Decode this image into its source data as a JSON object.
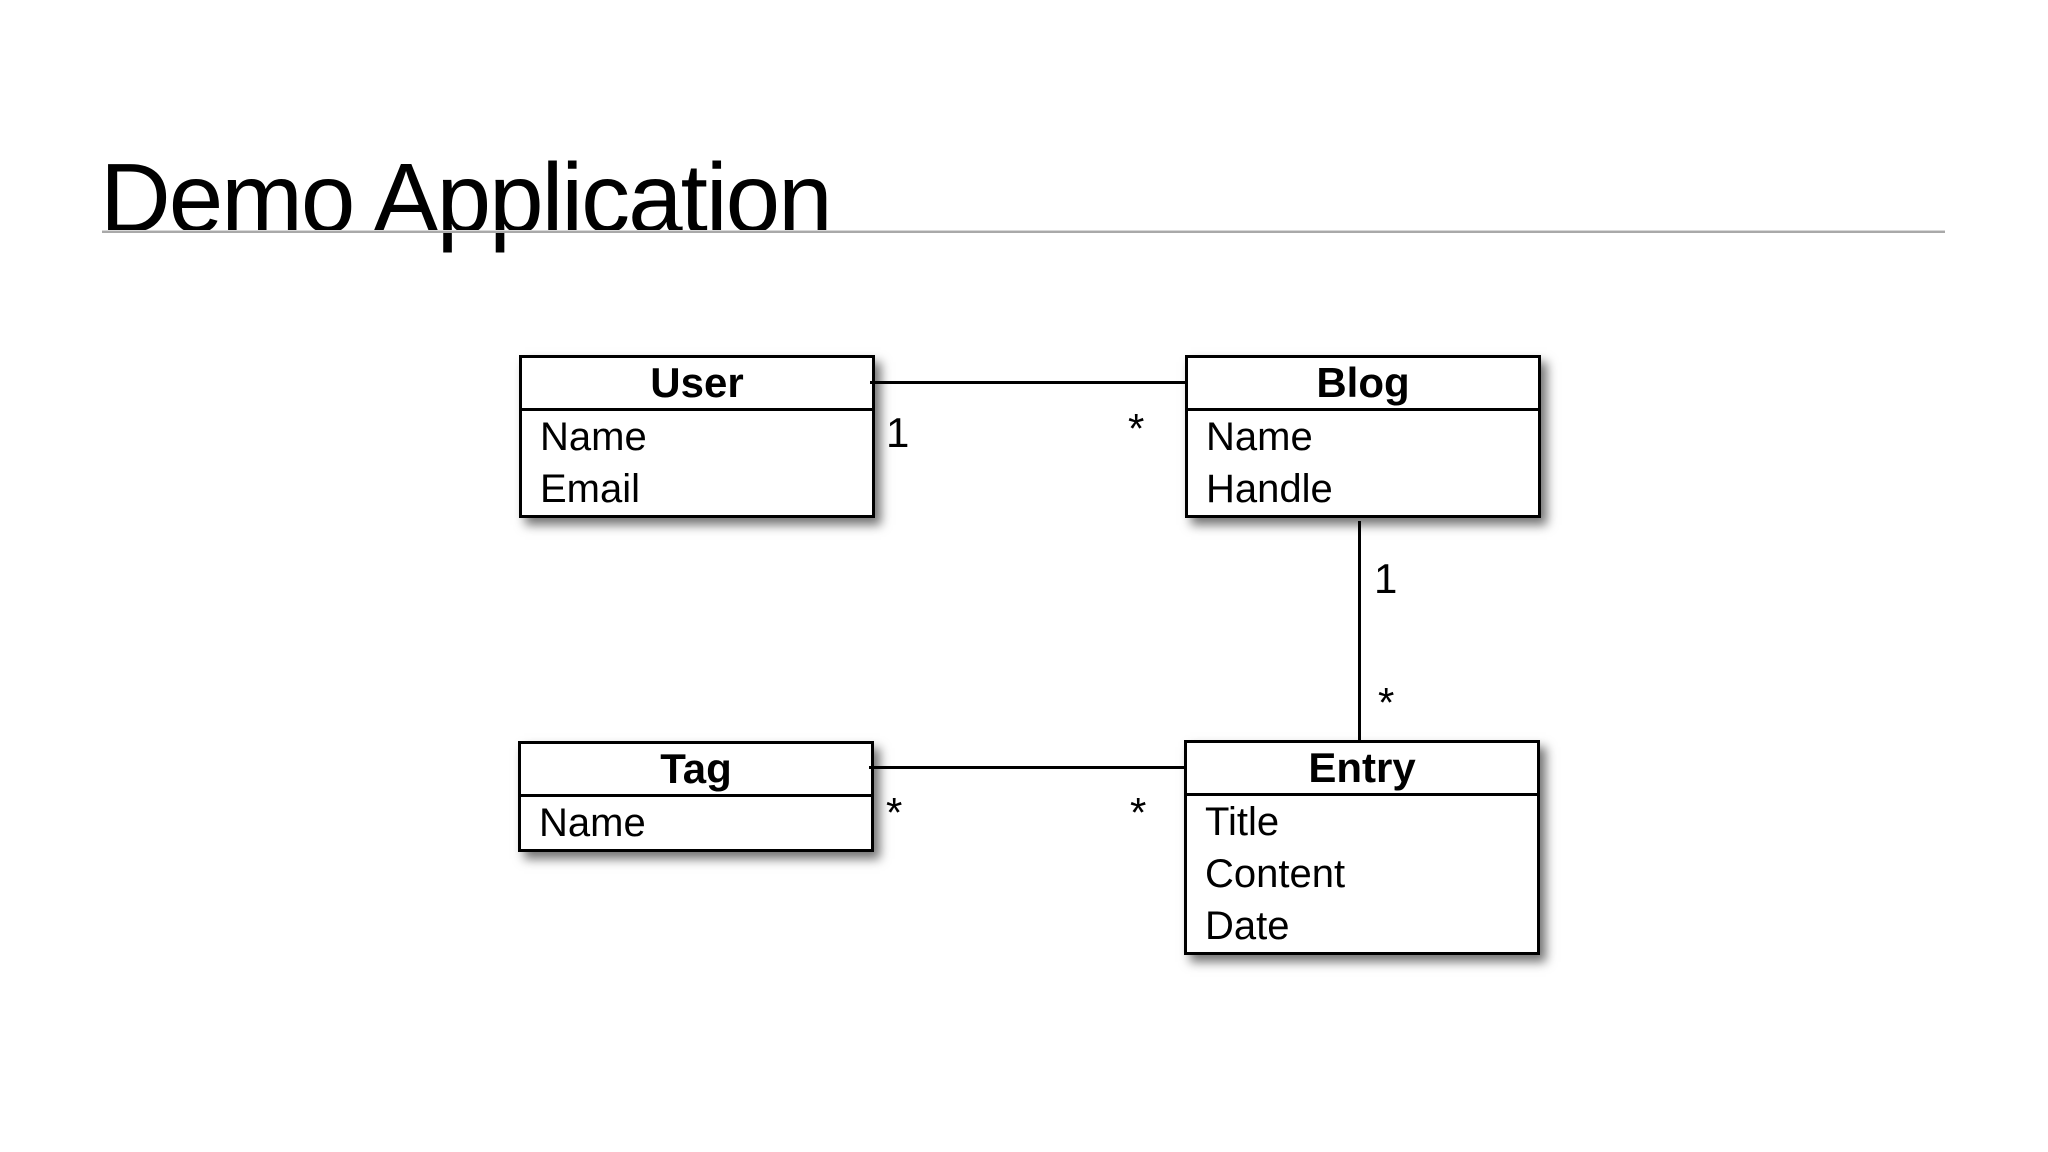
{
  "page": {
    "title": "Demo Application"
  },
  "diagram": {
    "entities": [
      {
        "id": "user",
        "name": "User",
        "attributes": [
          "Name",
          "Email"
        ]
      },
      {
        "id": "blog",
        "name": "Blog",
        "attributes": [
          "Name",
          "Handle"
        ]
      },
      {
        "id": "tag",
        "name": "Tag",
        "attributes": [
          "Name"
        ]
      },
      {
        "id": "entry",
        "name": "Entry",
        "attributes": [
          "Title",
          "Content",
          "Date"
        ]
      }
    ],
    "relationships": [
      {
        "from": "User",
        "to": "Blog",
        "from_cardinality": "1",
        "to_cardinality": "*"
      },
      {
        "from": "Blog",
        "to": "Entry",
        "from_cardinality": "1",
        "to_cardinality": "*"
      },
      {
        "from": "Tag",
        "to": "Entry",
        "from_cardinality": "*",
        "to_cardinality": "*"
      }
    ],
    "colors": {
      "background": "#ffffff",
      "box_fill": "#ffffff",
      "box_border": "#000000",
      "text": "#000000",
      "divider": "#a9a9a9"
    }
  }
}
